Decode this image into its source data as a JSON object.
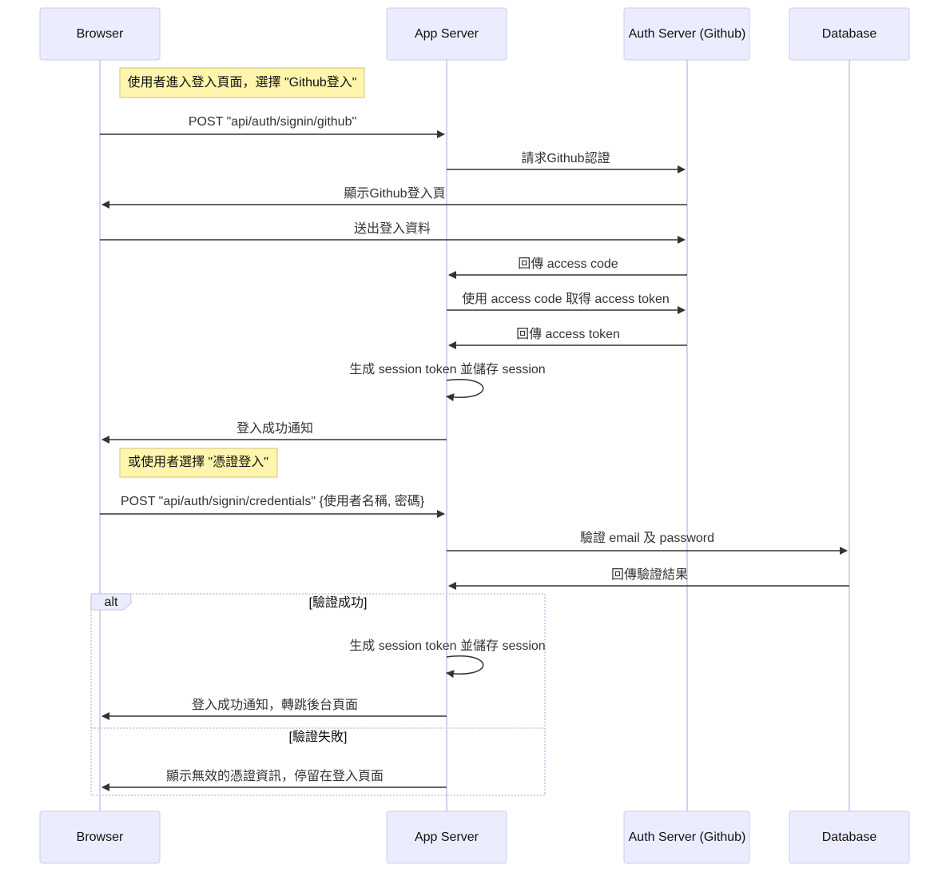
{
  "actors": [
    {
      "id": "browser",
      "label": "Browser"
    },
    {
      "id": "app",
      "label": "App Server"
    },
    {
      "id": "auth",
      "label": "Auth Server (Github)"
    },
    {
      "id": "db",
      "label": "Database"
    }
  ],
  "notes": [
    {
      "id": "note-github",
      "text": "使用者進入登入頁面，選擇 \"Github登入\""
    },
    {
      "id": "note-credentials",
      "text": "或使用者選擇 \"憑證登入\""
    }
  ],
  "messages": [
    {
      "id": "m1",
      "from": "browser",
      "to": "app",
      "text": "POST \"api/auth/signin/github\""
    },
    {
      "id": "m2",
      "from": "app",
      "to": "auth",
      "text": "請求Github認證"
    },
    {
      "id": "m3",
      "from": "auth",
      "to": "browser",
      "text": "顯示Github登入頁"
    },
    {
      "id": "m4",
      "from": "browser",
      "to": "auth",
      "text": "送出登入資料"
    },
    {
      "id": "m5",
      "from": "auth",
      "to": "app",
      "text": "回傳 access code"
    },
    {
      "id": "m6",
      "from": "app",
      "to": "auth",
      "text": "使用 access code 取得 access token"
    },
    {
      "id": "m7",
      "from": "auth",
      "to": "app",
      "text": "回傳 access token"
    },
    {
      "id": "m8",
      "from": "app",
      "to": "app",
      "text": "生成 session token 並儲存 session"
    },
    {
      "id": "m9",
      "from": "app",
      "to": "browser",
      "text": "登入成功通知"
    },
    {
      "id": "m10",
      "from": "browser",
      "to": "app",
      "text": "POST \"api/auth/signin/credentials\" {使用者名稱, 密碼}"
    },
    {
      "id": "m11",
      "from": "app",
      "to": "db",
      "text": "驗證 email 及 password"
    },
    {
      "id": "m12",
      "from": "db",
      "to": "app",
      "text": "回傳驗證結果"
    },
    {
      "id": "m13",
      "from": "app",
      "to": "app",
      "text": "生成 session token 並儲存 session"
    },
    {
      "id": "m14",
      "from": "app",
      "to": "browser",
      "text": "登入成功通知，轉跳後台頁面"
    },
    {
      "id": "m15",
      "from": "app",
      "to": "browser",
      "text": "顯示無效的憑證資訊，停留在登入頁面"
    }
  ],
  "alt_frame": {
    "label": "alt",
    "success_condition": "[驗證成功]",
    "failure_condition": "[驗證失敗]"
  }
}
